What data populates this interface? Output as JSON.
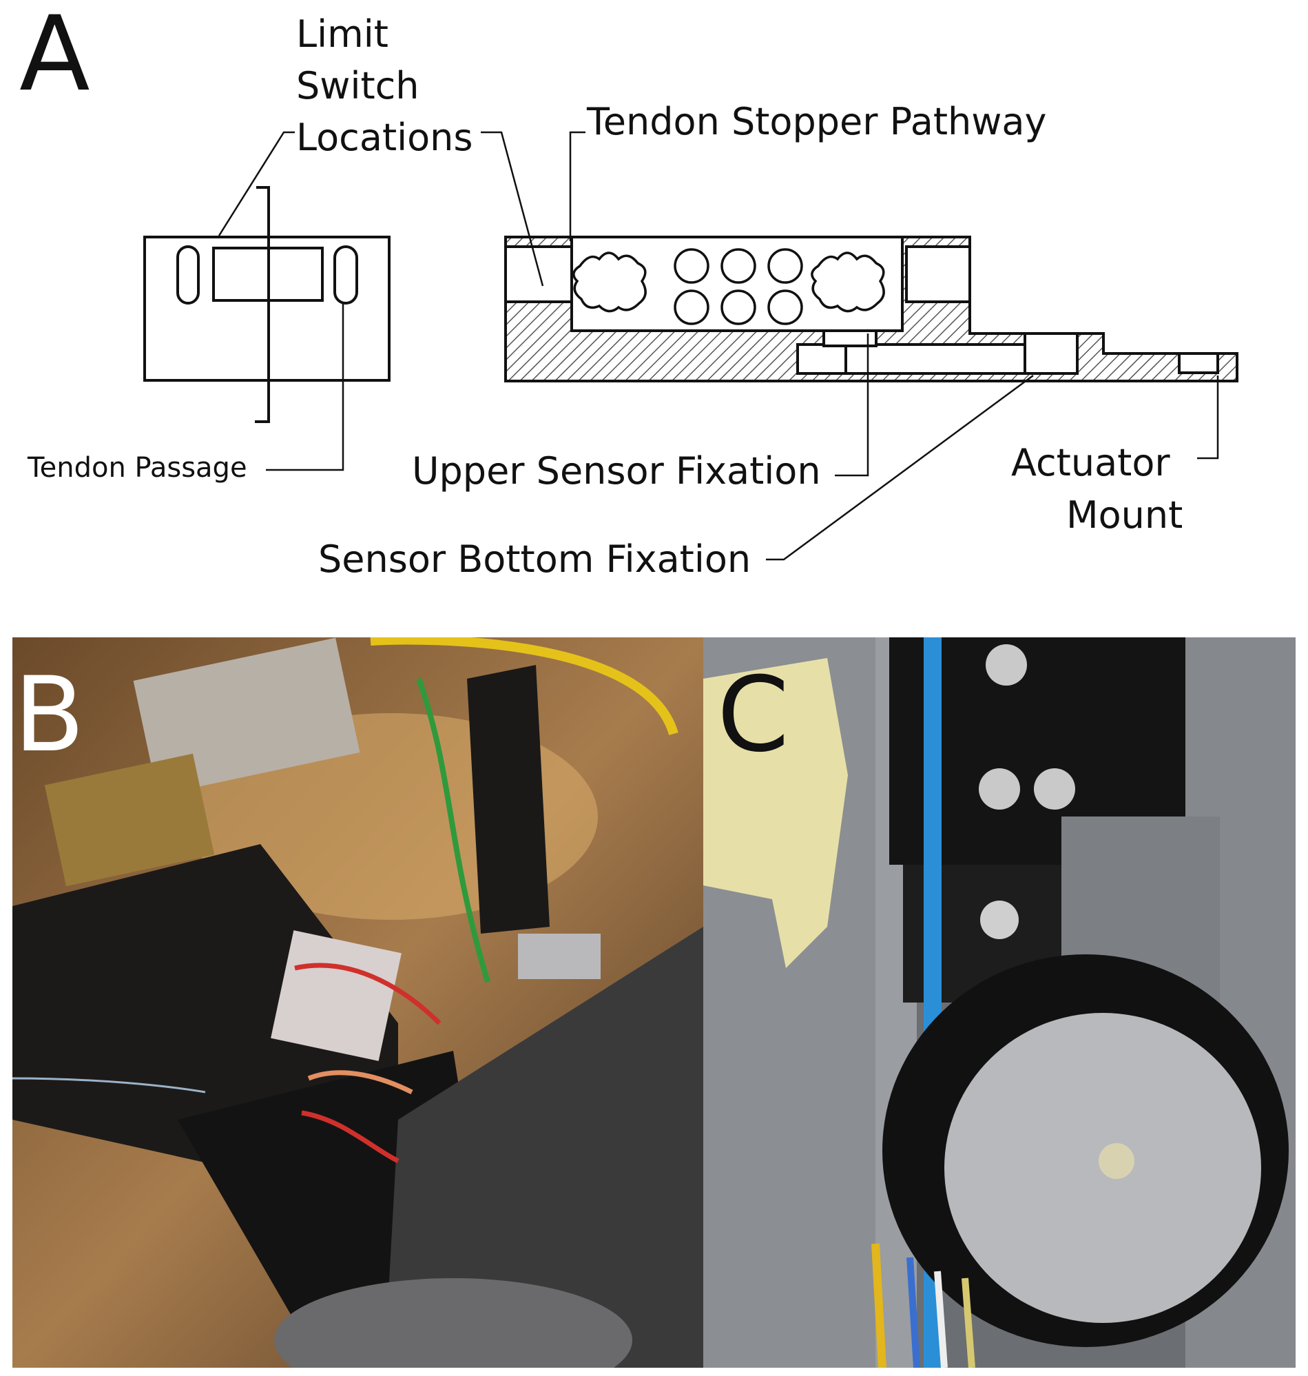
{
  "panels": {
    "a": {
      "letter": "A"
    },
    "b": {
      "letter": "B"
    },
    "c": {
      "letter": "C"
    }
  },
  "labels": {
    "limit_switch": [
      "Limit",
      "Switch",
      "Locations"
    ],
    "tendon_stopper_pathway": "Tendon Stopper Pathway",
    "tendon_passage": "Tendon Passage",
    "upper_sensor_fixation": "Upper Sensor Fixation",
    "sensor_bottom_fixation": "Sensor Bottom Fixation",
    "actuator_mount": [
      "Actuator",
      "Mount"
    ]
  },
  "colors": {
    "line": "#111111",
    "hatch": "#555555",
    "letter_dark": "#111111",
    "letter_light": "#ffffff"
  }
}
